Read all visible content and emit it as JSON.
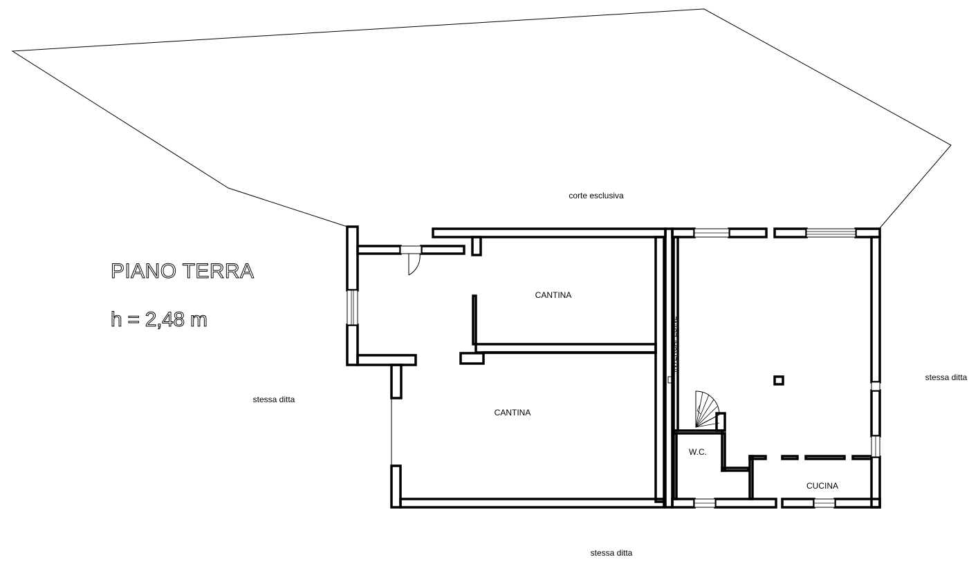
{
  "drawing": {
    "title": "PIANO TERRA",
    "height_note": "h = 2,48 m"
  },
  "labels": {
    "courtyard": "corte esclusiva",
    "neighbor_left": "stessa ditta",
    "neighbor_right": "stessa ditta",
    "neighbor_bottom": "stessa ditta",
    "cellar_upper": "CANTINA",
    "cellar_lower": "CANTINA",
    "cavity": "INTERCAPEDINE",
    "wc": "W.C.",
    "kitchen": "CUCINA"
  },
  "colors": {
    "ink": "#000000",
    "paper": "#ffffff"
  }
}
